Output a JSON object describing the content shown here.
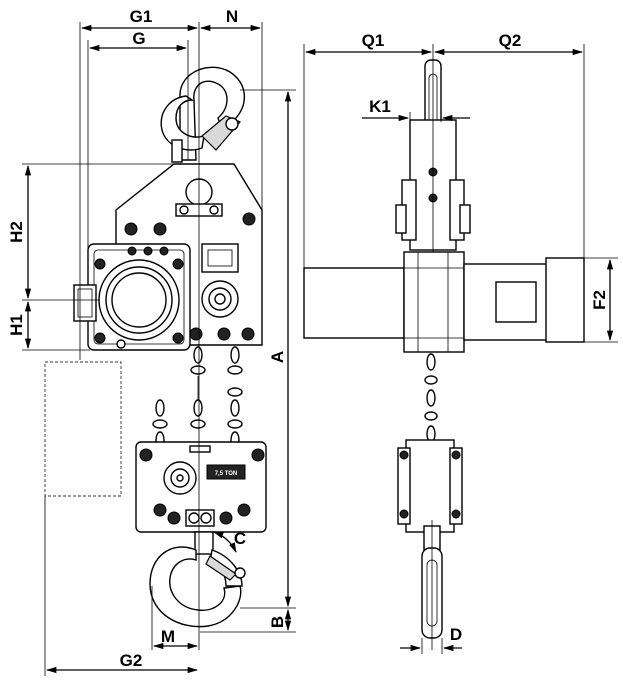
{
  "dimensions": {
    "g1": "G1",
    "n": "N",
    "g": "G",
    "h2": "H2",
    "h1": "H1",
    "a": "A",
    "c": "C",
    "b": "B",
    "m": "M",
    "g2": "G2",
    "q1": "Q1",
    "q2": "Q2",
    "k1": "K1",
    "f2": "F2",
    "d": "D"
  },
  "plate_text": "7,5 TON"
}
